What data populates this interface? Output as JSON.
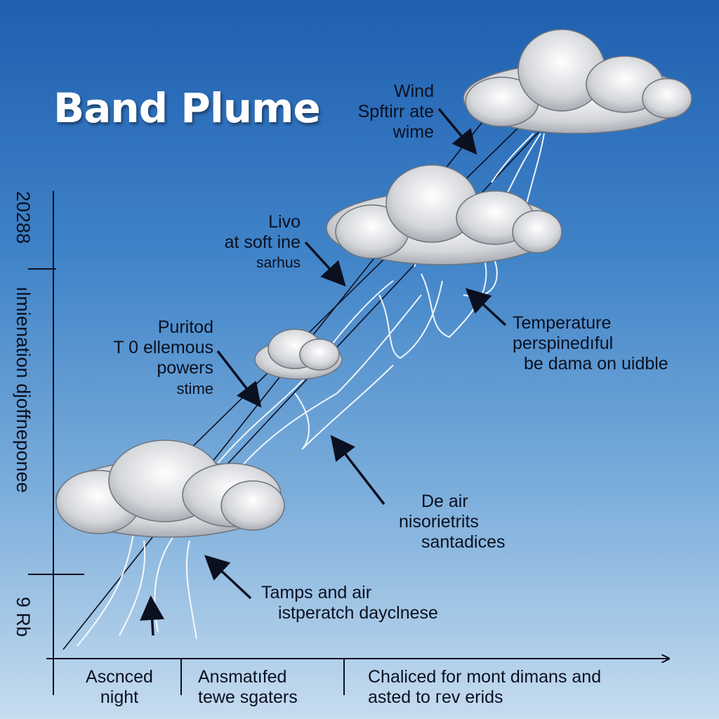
{
  "title": "Band Plume",
  "y_axis": {
    "top_label": "20288",
    "middle_label": "ılmienation djoffneponeе",
    "bottom_label": "9 Rb"
  },
  "annotations": {
    "wind": [
      "Wind",
      "Spftirr ate",
      "wime"
    ],
    "livo": [
      "Livo",
      "at soft ine",
      "ѕarhus"
    ],
    "purito": [
      "Puritod",
      "T 0 ellemous",
      "powers",
      "stime"
    ],
    "temperature": [
      "Temperature",
      "perspinedıful",
      "be dama on uidble"
    ],
    "de_air": [
      "De air",
      "nisorietrits",
      "santadices"
    ],
    "tamps": [
      "Tamps and air",
      "istperatch dayclnese"
    ]
  },
  "x_axis_labels": {
    "left": [
      "Ascnced",
      "night"
    ],
    "middle": [
      "Ansmatıfed",
      "tewe sgaters"
    ],
    "right": [
      "Chaliced for mont dimans and",
      "asted to гev erids"
    ]
  },
  "colors": {
    "sky_top": "#1f5fb0",
    "sky_bottom": "#c6dcef",
    "cloud": "#d6d8dc",
    "axis": "#0b1020",
    "streamline": "#ffffff"
  }
}
